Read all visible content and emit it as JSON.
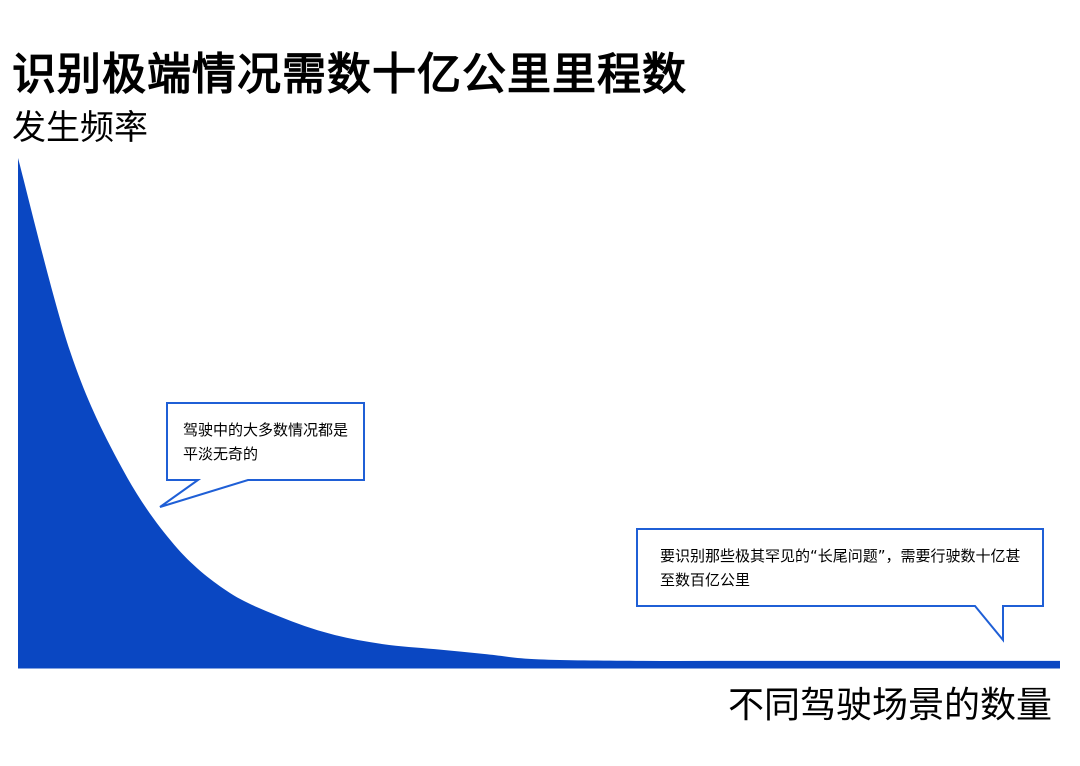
{
  "title": "识别极端情况需数十亿公里里程数",
  "ylabel": "发生频率",
  "xlabel": "不同驾驶场景的数量",
  "colors": {
    "fill": "#0a47c2",
    "callout_border": "#1f5fd6"
  },
  "chart_data": {
    "type": "area",
    "title": "识别极端情况需数十亿公里里程数",
    "xlabel": "不同驾驶场景的数量",
    "ylabel": "发生频率",
    "grid": false,
    "legend": "none",
    "xlim": [
      0,
      1
    ],
    "ylim": [
      0,
      1
    ],
    "x": [
      0,
      0.05,
      0.1,
      0.15,
      0.2,
      0.25,
      0.3,
      0.35,
      0.4,
      0.45,
      0.5,
      0.6,
      0.7,
      0.8,
      0.9,
      1.0
    ],
    "series": [
      {
        "values": [
          1.0,
          0.62,
          0.39,
          0.24,
          0.15,
          0.1,
          0.065,
          0.045,
          0.035,
          0.025,
          0.015,
          0.012,
          0.012,
          0.012,
          0.012,
          0.012
        ]
      }
    ],
    "annotations": [
      {
        "text": "驾驶中的大多数情况都是平淡无奇的",
        "x": 0.14
      },
      {
        "text": "要识别那些极其罕见的“长尾问题”，需要行驶数十亿甚至数百亿公里",
        "x": 0.95
      }
    ]
  }
}
